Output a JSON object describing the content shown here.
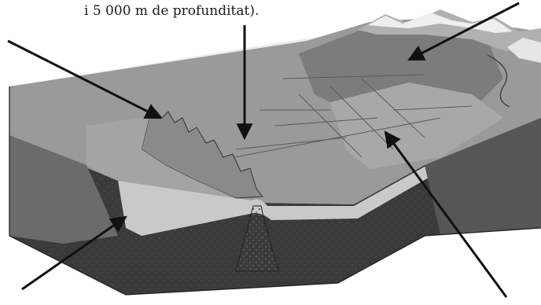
{
  "caption": {
    "text": "i 5 000 m de profunditat)."
  },
  "colors": {
    "ink": "#111111",
    "plain_grey": "#8d8d8d",
    "block_face": "#b4b4b4",
    "dark_mantle": "#3a3a3a",
    "crust_band": "#cdcdcd",
    "snow": "#e8e8e8"
  },
  "pointers": [
    {
      "id": "top-left",
      "target": "mid-ocean-ridge-crest"
    },
    {
      "id": "center",
      "target": "abyssal-plain"
    },
    {
      "id": "top-right",
      "target": "continental-shelf"
    },
    {
      "id": "bottom-left",
      "target": "ridge-flank"
    },
    {
      "id": "bottom-right",
      "target": "continental-slope"
    }
  ]
}
